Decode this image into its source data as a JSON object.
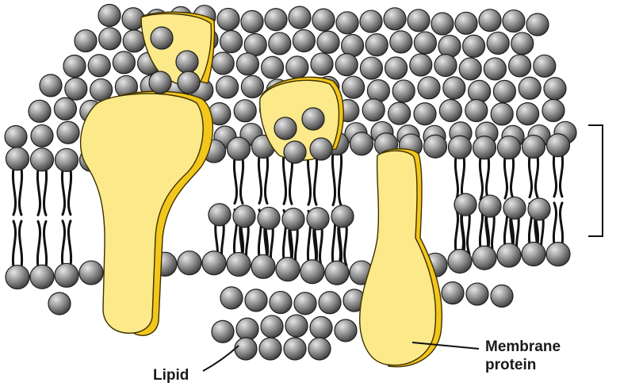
{
  "labels": {
    "lipid": "Lipid",
    "protein_line1": "Membrane",
    "protein_line2": "protein"
  },
  "colors": {
    "background": "#ffffff",
    "lipid_head_light": "#e6e6e6",
    "lipid_head_mid": "#9a9a9a",
    "lipid_head_dark": "#3a3a3a",
    "lipid_tail": "#111111",
    "protein_fill": "#fbe98a",
    "protein_side": "#f2c61b",
    "protein_outline": "#3d3000",
    "leader_line": "#111111"
  },
  "icons": [
    "phospholipid-head",
    "lipid-tail",
    "membrane-protein",
    "bilayer-bracket"
  ]
}
